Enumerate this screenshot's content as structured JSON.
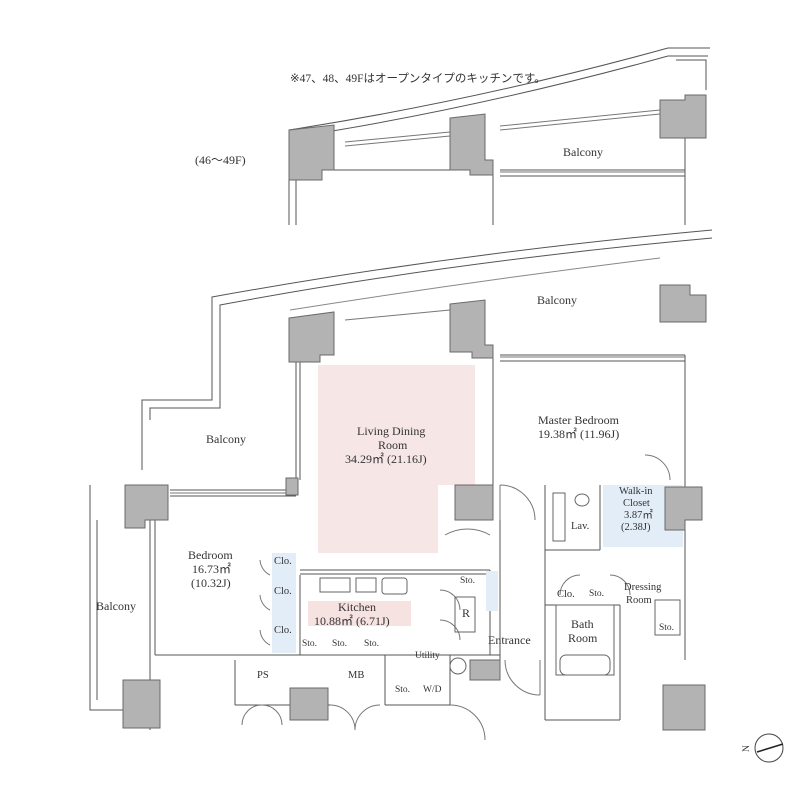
{
  "note": "※47、48、49Fはオープンタイプのキッチンです。",
  "upper_plan": {
    "floors": "(46～49F)",
    "balcony": "Balcony"
  },
  "rooms": {
    "balcony_top": "Balcony",
    "balcony_left": "Balcony",
    "balcony_west": "Balcony",
    "living": {
      "name_1": "Living Dining",
      "name_2": "Room",
      "area": "34.29㎡ (21.16J)"
    },
    "master": {
      "name": "Master Bedroom",
      "area": "19.38㎡ (11.96J)"
    },
    "walkin": {
      "name_1": "Walk-in",
      "name_2": "Closet",
      "area_1": "3.87㎡",
      "area_2": "(2.38J)"
    },
    "lav": "Lav.",
    "bedroom": {
      "name": "Bedroom",
      "area_1": "16.73㎡",
      "area_2": "(10.32J)"
    },
    "kitchen": {
      "name": "Kitchen",
      "area": "10.88㎡ (6.71J)"
    },
    "clo_1": "Clo.",
    "clo_2": "Clo.",
    "clo_3": "Clo.",
    "clo_4": "Clo.",
    "sto_1": "Sto.",
    "sto_2": "Sto.",
    "sto_3": "Sto.",
    "sto_4": "Sto.",
    "sto_5": "Sto.",
    "sto_6": "Sto.",
    "sto_7": "Sto.",
    "r": "R",
    "dressing_1": "Dressing",
    "dressing_2": "Room",
    "bath_1": "Bath",
    "bath_2": "Room",
    "entrance": "Entrance",
    "utility": "Utility",
    "wd": "W/D",
    "ps": "PS",
    "mb": "MB"
  },
  "compass": "N",
  "colors": {
    "wall": "#b3b3b3",
    "wall_edge": "#6a6a6a",
    "line": "#555555",
    "living_fill": "#f7e6e6",
    "kitchen_fill": "#f7e2e2",
    "closet_fill": "#e3edf7"
  }
}
